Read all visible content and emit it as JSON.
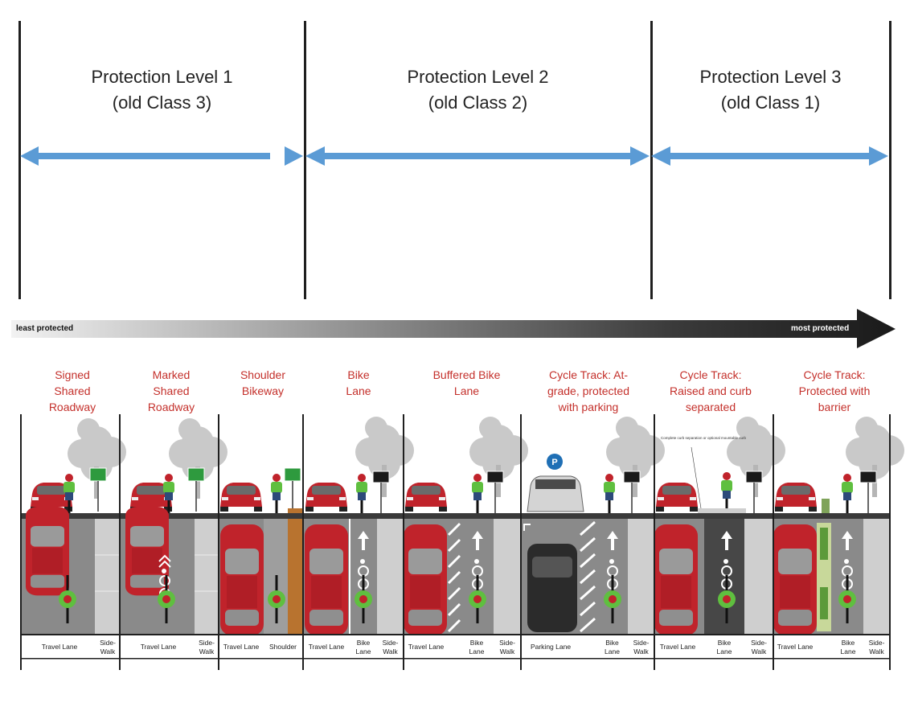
{
  "levels": [
    {
      "title": "Protection Level 1",
      "subtitle": "(old Class 3)"
    },
    {
      "title": "Protection Level 2",
      "subtitle": "(old Class 2)"
    },
    {
      "title": "Protection Level 3",
      "subtitle": "(old Class 1)"
    }
  ],
  "scale": {
    "left_label": "least protected",
    "right_label": "most protected"
  },
  "facilities": [
    {
      "line1": "Signed",
      "line2": "Shared",
      "line3": "Roadway"
    },
    {
      "line1": "Marked",
      "line2": "Shared",
      "line3": "Roadway"
    },
    {
      "line1": "Shoulder",
      "line2": "Bikeway",
      "line3": ""
    },
    {
      "line1": "Bike",
      "line2": "Lane",
      "line3": ""
    },
    {
      "line1": "Buffered Bike",
      "line2": "Lane",
      "line3": ""
    },
    {
      "line1": "Cycle Track: At-",
      "line2": "grade, protected",
      "line3": "with parking"
    },
    {
      "line1": "Cycle Track:",
      "line2": "Raised and curb",
      "line3": "separated"
    },
    {
      "line1": "Cycle Track:",
      "line2": "Protected with",
      "line3": "barrier"
    }
  ],
  "lane_labels": [
    {
      "a": "Travel Lane",
      "b": ""
    },
    {
      "a": "Side-",
      "b": "Walk"
    },
    {
      "a": "Travel Lane",
      "b": ""
    },
    {
      "a": "Side-",
      "b": "Walk"
    },
    {
      "a": "Travel Lane",
      "b": ""
    },
    {
      "a": "Shoulder",
      "b": ""
    },
    {
      "a": "Travel Lane",
      "b": ""
    },
    {
      "a": "Bike",
      "b": "Lane"
    },
    {
      "a": "Side-",
      "b": "Walk"
    },
    {
      "a": "Travel Lane",
      "b": ""
    },
    {
      "a": "Bike",
      "b": "Lane"
    },
    {
      "a": "Side-",
      "b": "Walk"
    },
    {
      "a": "Parking Lane",
      "b": ""
    },
    {
      "a": "Bike",
      "b": "Lane"
    },
    {
      "a": "Side-",
      "b": "Walk"
    },
    {
      "a": "Travel Lane",
      "b": ""
    },
    {
      "a": "Bike",
      "b": "Lane"
    },
    {
      "a": "Side-",
      "b": "Walk"
    },
    {
      "a": "Travel Lane",
      "b": ""
    },
    {
      "a": "Bike",
      "b": "Lane"
    },
    {
      "a": "Side-",
      "b": "Walk"
    }
  ],
  "annotations": {
    "curb_note": "Complete curb separation or optional mountable curb",
    "parking_sign": "P"
  },
  "colors": {
    "arrow": "#5b9bd5",
    "title_red": "#c4302b",
    "car_red": "#c0232b",
    "sign_green": "#2e9a3e",
    "shoulder_brown": "#b8732f",
    "asphalt": "#8a8a8a",
    "bike_lane_dark": "#4a4a4a"
  }
}
